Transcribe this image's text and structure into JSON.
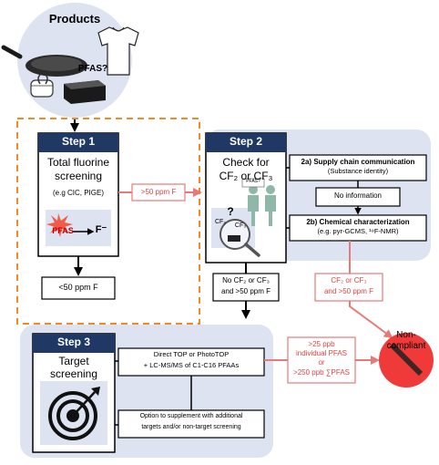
{
  "products": {
    "title": "Products",
    "pfas_question": "PFAS?"
  },
  "step1": {
    "label": "Step 1",
    "title_line1": "Total fluorine",
    "title_line2": "screening",
    "methods": "(e.g CIC, PIGE)",
    "pfas": "PFAS",
    "fluoride": "F⁻",
    "threshold_low": "<50 ppm F",
    "threshold_high": ">50 ppm F"
  },
  "step2": {
    "label": "Step 2",
    "title_line1": "Check for",
    "title_line2": "CF₂ or CF₃",
    "supply_title": "2a) Supply chain communication",
    "supply_sub": "(Substance identity)",
    "no_info": "No information",
    "chem_title": "2b) Chemical characterization",
    "chem_sub": "(e.g. pyr-GCMS, ¹⁹F-NMR)",
    "no_cf_line1": "No CF₂ or CF₃",
    "no_cf_line2": "and >50 ppm F",
    "cf_line1": "CF₂ or CF₃",
    "cf_line2": "and >50 ppm F",
    "pfas_tag": "PFAS?",
    "cf2": "CF₂",
    "cf3": "CF₃",
    "question": "?"
  },
  "step3": {
    "label": "Step 3",
    "title_line1": "Target",
    "title_line2": "screening",
    "top_line1": "Direct TOP or PhotoTOP",
    "top_line2": "+ LC-MS/MS of C1-C16 PFAAs",
    "option_line1": "Option to supplement with additional",
    "option_line2": "targets and/or non-target screening",
    "exceed_line1": ">25 ppb",
    "exceed_line2": "individual PFAS",
    "exceed_line3": "or",
    "exceed_line4": ">250 ppb ∑PFAS"
  },
  "outcome": {
    "line1": "Non-",
    "line2": "compliant"
  },
  "colors": {
    "panel": "#dde3f0",
    "navy": "#1f3864",
    "red": "#e87979",
    "orange": "#f08a24",
    "stop": "#f03a3a"
  }
}
